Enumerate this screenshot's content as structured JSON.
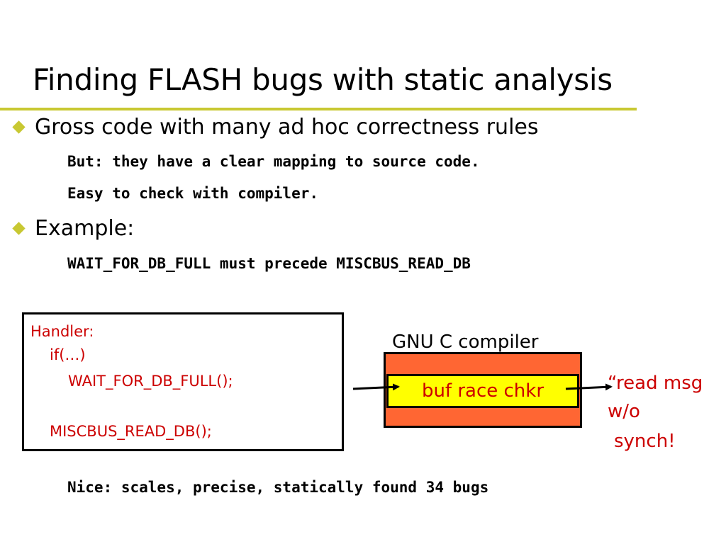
{
  "slide": {
    "title": "Finding FLASH bugs with static analysis",
    "bullets": [
      {
        "text": "Gross code with many ad hoc correctness rules",
        "subs": [
          "But: they have a clear mapping to source code.",
          "Easy to check with compiler."
        ]
      },
      {
        "text": "Example:",
        "subs": [
          "WAIT_FOR_DB_FULL must precede MISCBUS_READ_DB"
        ]
      }
    ],
    "code_box": {
      "lines": [
        "Handler:",
        "if(…)",
        "WAIT_FOR_DB_FULL();",
        "MISCBUS_READ_DB();"
      ]
    },
    "compiler": {
      "label": "GNU C compiler",
      "checker": "buf race chkr"
    },
    "result": {
      "lines": [
        "“read msg",
        "w/o",
        "synch!"
      ]
    },
    "footer": "Nice: scales, precise, statically found 34 bugs"
  },
  "colors": {
    "accent": "#c8c832",
    "code_text": "#cc0000",
    "compiler_fill": "#ff6633",
    "checker_fill": "#ffff00"
  }
}
